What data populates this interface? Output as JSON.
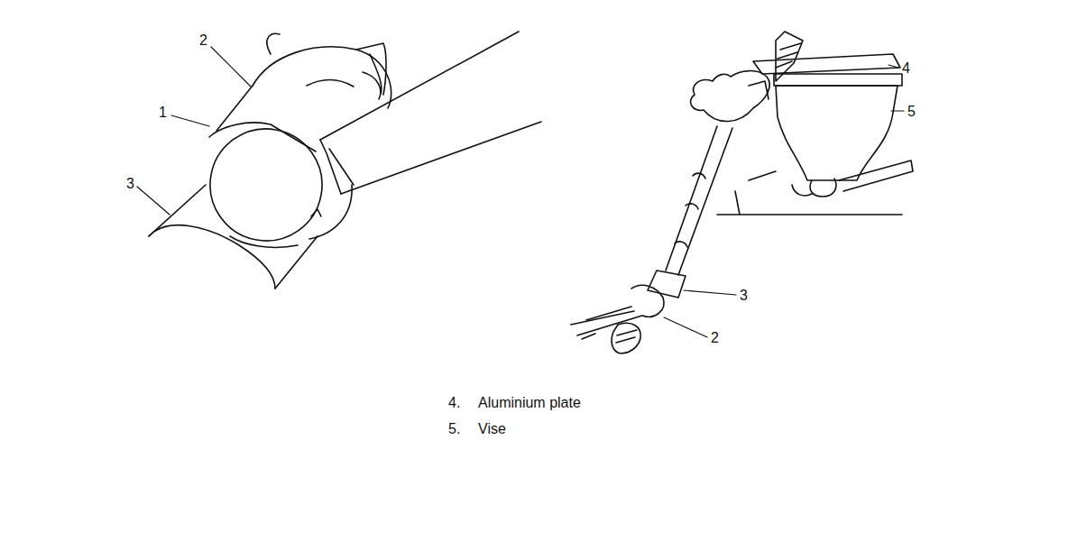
{
  "diagram": {
    "labels": [
      "2",
      "1",
      "3",
      "4",
      "5",
      "3",
      "2",
      "4.",
      "Aluminium plate",
      "5.",
      "Vise"
    ]
  }
}
